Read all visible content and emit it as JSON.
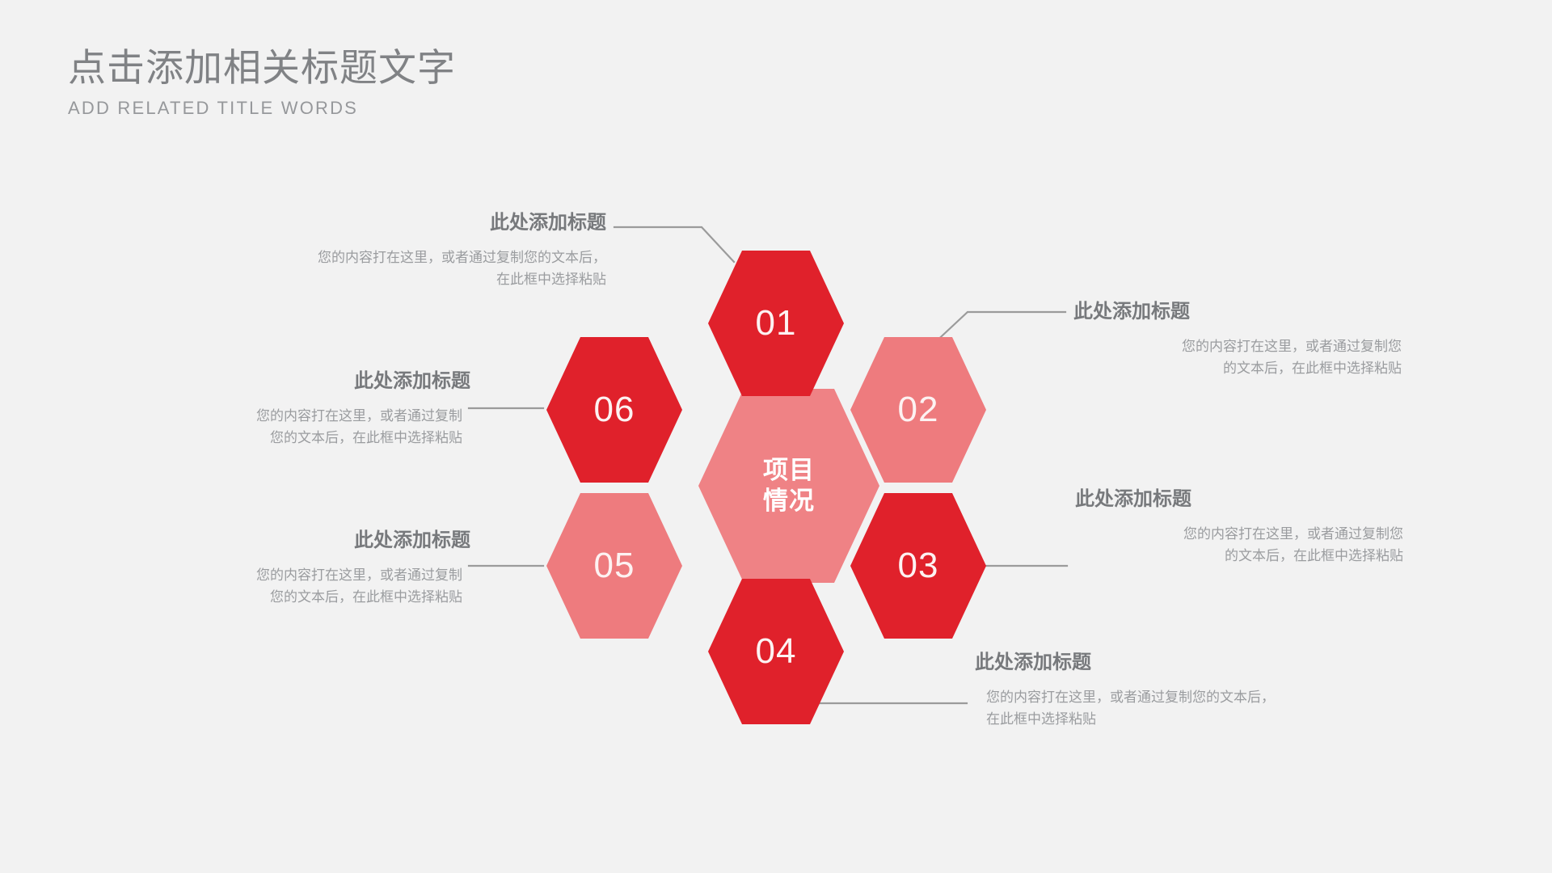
{
  "header": {
    "title": "点击添加相关标题文字",
    "subtitle": "ADD RELATED TITLE WORDS"
  },
  "colors": {
    "background": "#f2f2f2",
    "hex_red": "#e0212b",
    "hex_red_alt": "#dd1f28",
    "hex_pink": "#ee7b7e",
    "center_pink": "#ef8285",
    "title_gray": "#808285",
    "subtitle_gray": "#96989b",
    "callout_title_gray": "#77797c",
    "callout_body_gray": "#9a9c9f",
    "connector_gray": "#9b9b9b"
  },
  "center": {
    "line1": "项目",
    "line2": "情况"
  },
  "nodes": [
    {
      "number": "01",
      "color": "#e0212b",
      "title": "此处添加标题",
      "body_line1": "您的内容打在这里，或者通过复制您的文本后，",
      "body_line2": "在此框中选择粘贴"
    },
    {
      "number": "02",
      "color": "#ee7b7e",
      "title": "此处添加标题",
      "body_line1": "您的内容打在这里，或者通过复制您",
      "body_line2": "的文本后，在此框中选择粘贴"
    },
    {
      "number": "03",
      "color": "#e0212b",
      "title": "此处添加标题",
      "body_line1": "您的内容打在这里，或者通过复制您",
      "body_line2": "的文本后，在此框中选择粘贴"
    },
    {
      "number": "04",
      "color": "#e0212b",
      "title": "此处添加标题",
      "body_line1": "您的内容打在这里，或者通过复制您的文本后，",
      "body_line2": "在此框中选择粘贴"
    },
    {
      "number": "05",
      "color": "#ee7b7e",
      "title": "此处添加标题",
      "body_line1": "您的内容打在这里，或者通过复制",
      "body_line2": "您的文本后，在此框中选择粘贴"
    },
    {
      "number": "06",
      "color": "#e0212b",
      "title": "此处添加标题",
      "body_line1": "您的内容打在这里，或者通过复制",
      "body_line2": "您的文本后，在此框中选择粘贴"
    }
  ]
}
